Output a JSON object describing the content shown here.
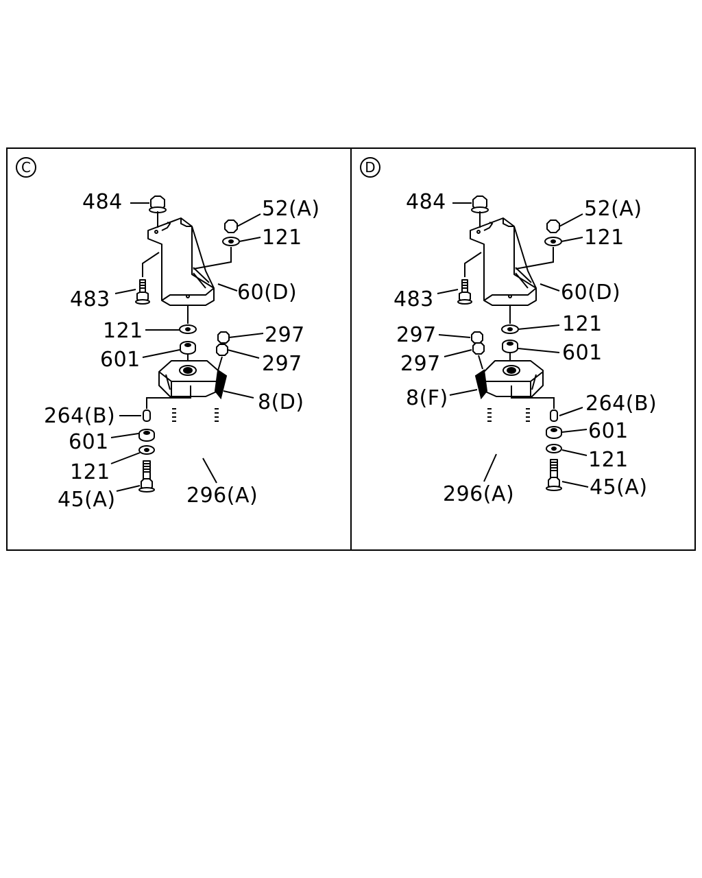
{
  "panels": [
    {
      "id": "C",
      "labels": {
        "l484": "484",
        "l52": "52(A)",
        "l121a": "121",
        "l483": "483",
        "l60": "60(D)",
        "l121b": "121",
        "l601a": "601",
        "l297a": "297",
        "l297b": "297",
        "l8": "8(D)",
        "l264": "264(B)",
        "l601b": "601",
        "l121c": "121",
        "l45": "45(A)",
        "l296": "296(A)"
      }
    },
    {
      "id": "D",
      "labels": {
        "l484": "484",
        "l52": "52(A)",
        "l121a": "121",
        "l483": "483",
        "l60": "60(D)",
        "l121b": "121",
        "l601a": "601",
        "l297a": "297",
        "l297b": "297",
        "l8": "8(F)",
        "l264": "264(B)",
        "l601b": "601",
        "l121c": "121",
        "l45": "45(A)",
        "l296": "296(A)"
      }
    }
  ]
}
